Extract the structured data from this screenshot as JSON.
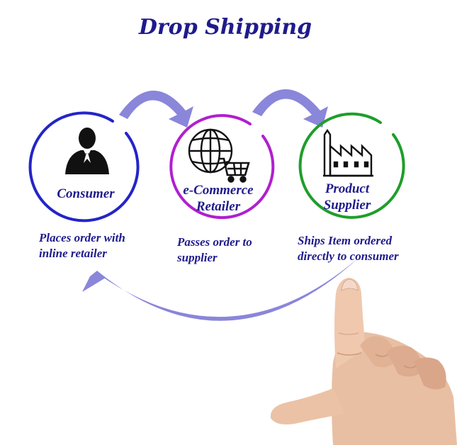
{
  "title": "Drop Shipping",
  "nodes": [
    {
      "icon": "person-icon",
      "label_lines": [
        "Consumer"
      ],
      "description_lines": [
        "Places order with",
        "inline retailer"
      ],
      "ring_color": "#2424c8"
    },
    {
      "icon": "globe-cart-icon",
      "label_lines": [
        "e-Commerce",
        "Retailer"
      ],
      "description_lines": [
        "Passes order to",
        "supplier"
      ],
      "ring_color": "#b01fcf"
    },
    {
      "icon": "factory-icon",
      "label_lines": [
        "Product",
        "Supplier"
      ],
      "description_lines": [
        "Ships Item ordered",
        "directly to consumer"
      ],
      "ring_color": "#1f9e2a"
    }
  ],
  "colors": {
    "title": "#1f1b8c",
    "text": "#1f1b8c",
    "arrow": "#8a86da",
    "icon": "#111111"
  }
}
